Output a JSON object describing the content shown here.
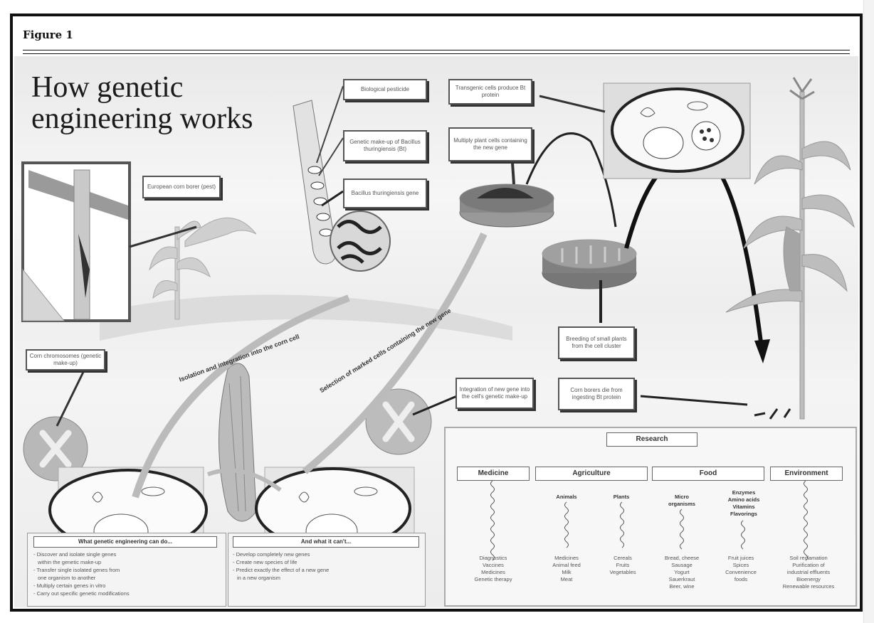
{
  "figure_label": "Figure 1",
  "title_line1": "How genetic",
  "title_line2": "engineering works",
  "callouts": {
    "biological_pesticide": "Biological pesticide",
    "genetic_makeup_bt": "Genetic make-up of Bacillus thuringiensis (Bt)",
    "bt_gene": "Bacillus thuringiensis gene",
    "transgenic_cells": "Transgenic cells produce Bt protein",
    "multiply_plant_cells": "Multiply plant cells containing the new gene",
    "european_corn_borer": "European corn borer (pest)",
    "corn_chromosomes": "Corn chromosomes (genetic make-up)",
    "integration_new_gene": "Integration of new gene into the cell's genetic make-up",
    "breeding_small_plants": "Breeding of small plants from the cell cluster",
    "corn_borers_die": "Corn borers die from ingesting Bt protein"
  },
  "arc_labels": {
    "isolation": "Isolation and integration into the corn cell",
    "selection": "Selection of marked cells containing the new gene"
  },
  "can_do": {
    "heading": "What genetic engineering can do...",
    "items": [
      "- Discover and isolate single genes",
      "  within the genetic make-up",
      "- Transfer single isolated genes from",
      "  one organism to another",
      "- Multiply certain genes in vitro",
      "- Carry out specific genetic modifications"
    ]
  },
  "cannot_do": {
    "heading": "And what it can't...",
    "items": [
      "- Develop completely new genes",
      "- Create new species of life",
      "- Predict exactly the effect of a new gene",
      "  in a new organism"
    ]
  },
  "research": {
    "root": "Research",
    "categories": [
      {
        "label": "Medicine"
      },
      {
        "label": "Agriculture"
      },
      {
        "label": "Food"
      },
      {
        "label": "Environment"
      }
    ],
    "subs": {
      "animals": "Animals",
      "plants": "Plants",
      "micro": "Micro organisms",
      "enzymes": "Enzymes\nAmino acids\nVitamins\nFlavorings"
    },
    "leaves": {
      "medicine": "Diagnostics\nVaccines\nMedicines\nGenetic therapy",
      "animals": "Medicines\nAnimal feed\nMilk\nMeat",
      "plants": "Cereals\nFruits\nVegetables",
      "micro": "Bread, cheese\nSausage\nYogurt\nSauerkraut\nBeer, wine",
      "enzymes": "Fruit juices\nSpices\nConvenience\nfoods",
      "environment": "Soil reclamation\nPurification of\nindustrial effluents\nBioenergy\nRenewable resources"
    }
  }
}
